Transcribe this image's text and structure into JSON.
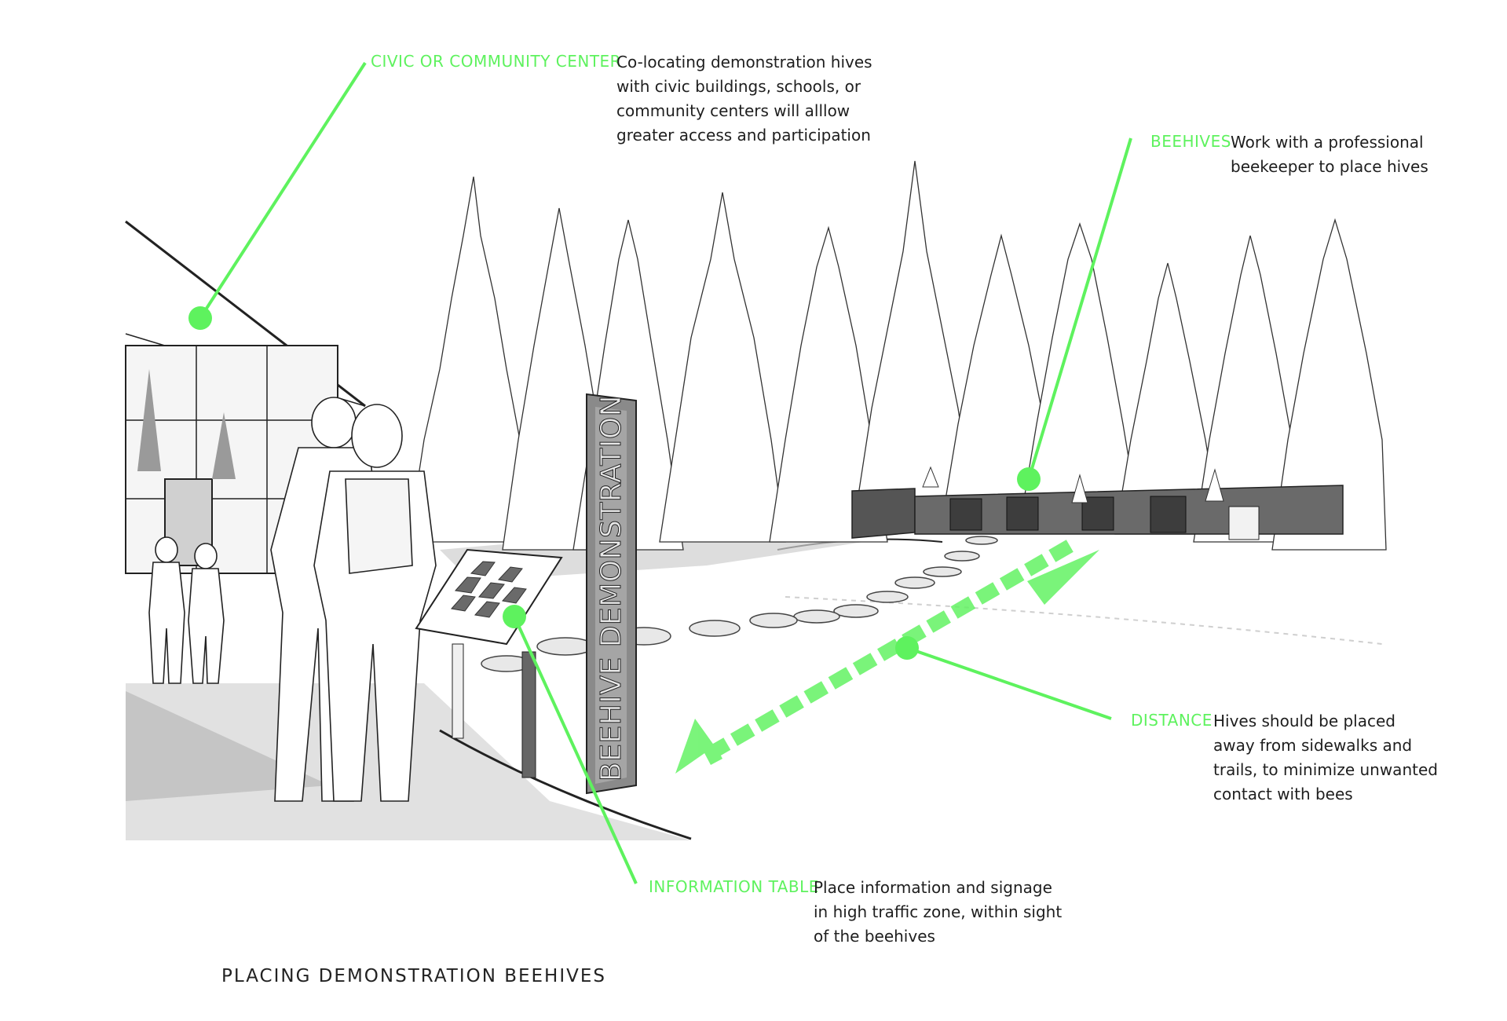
{
  "callouts": {
    "civic": {
      "label": "CIVIC OR COMMUNITY CENTER",
      "lines": [
        "Co-locating demonstration hives",
        "with civic buildings, schools, or",
        "community centers will alllow",
        "greater access and participation"
      ]
    },
    "beehives": {
      "label": "BEEHIVES",
      "lines": [
        "Work with a professional",
        "beekeeper to place hives"
      ]
    },
    "distance": {
      "label": "DISTANCE",
      "lines": [
        "Hives should be placed",
        "away from sidewalks and",
        "trails, to minimize unwanted",
        "contact with bees"
      ]
    },
    "info_table": {
      "label": "INFORMATION TABLE",
      "lines": [
        "Place information and signage",
        "in high traffic zone, within sight",
        "of the beehives"
      ]
    }
  },
  "sign_text": "BEEHIVE DEMONSTRATION",
  "caption": "PLACING DEMONSTRATION BEEHIVES",
  "colors": {
    "accent_green": "#5ef25e",
    "line_dark": "#2a2a2a",
    "shadow_gray": "#9a9a9a",
    "hive_dark": "#4a4a4a"
  }
}
